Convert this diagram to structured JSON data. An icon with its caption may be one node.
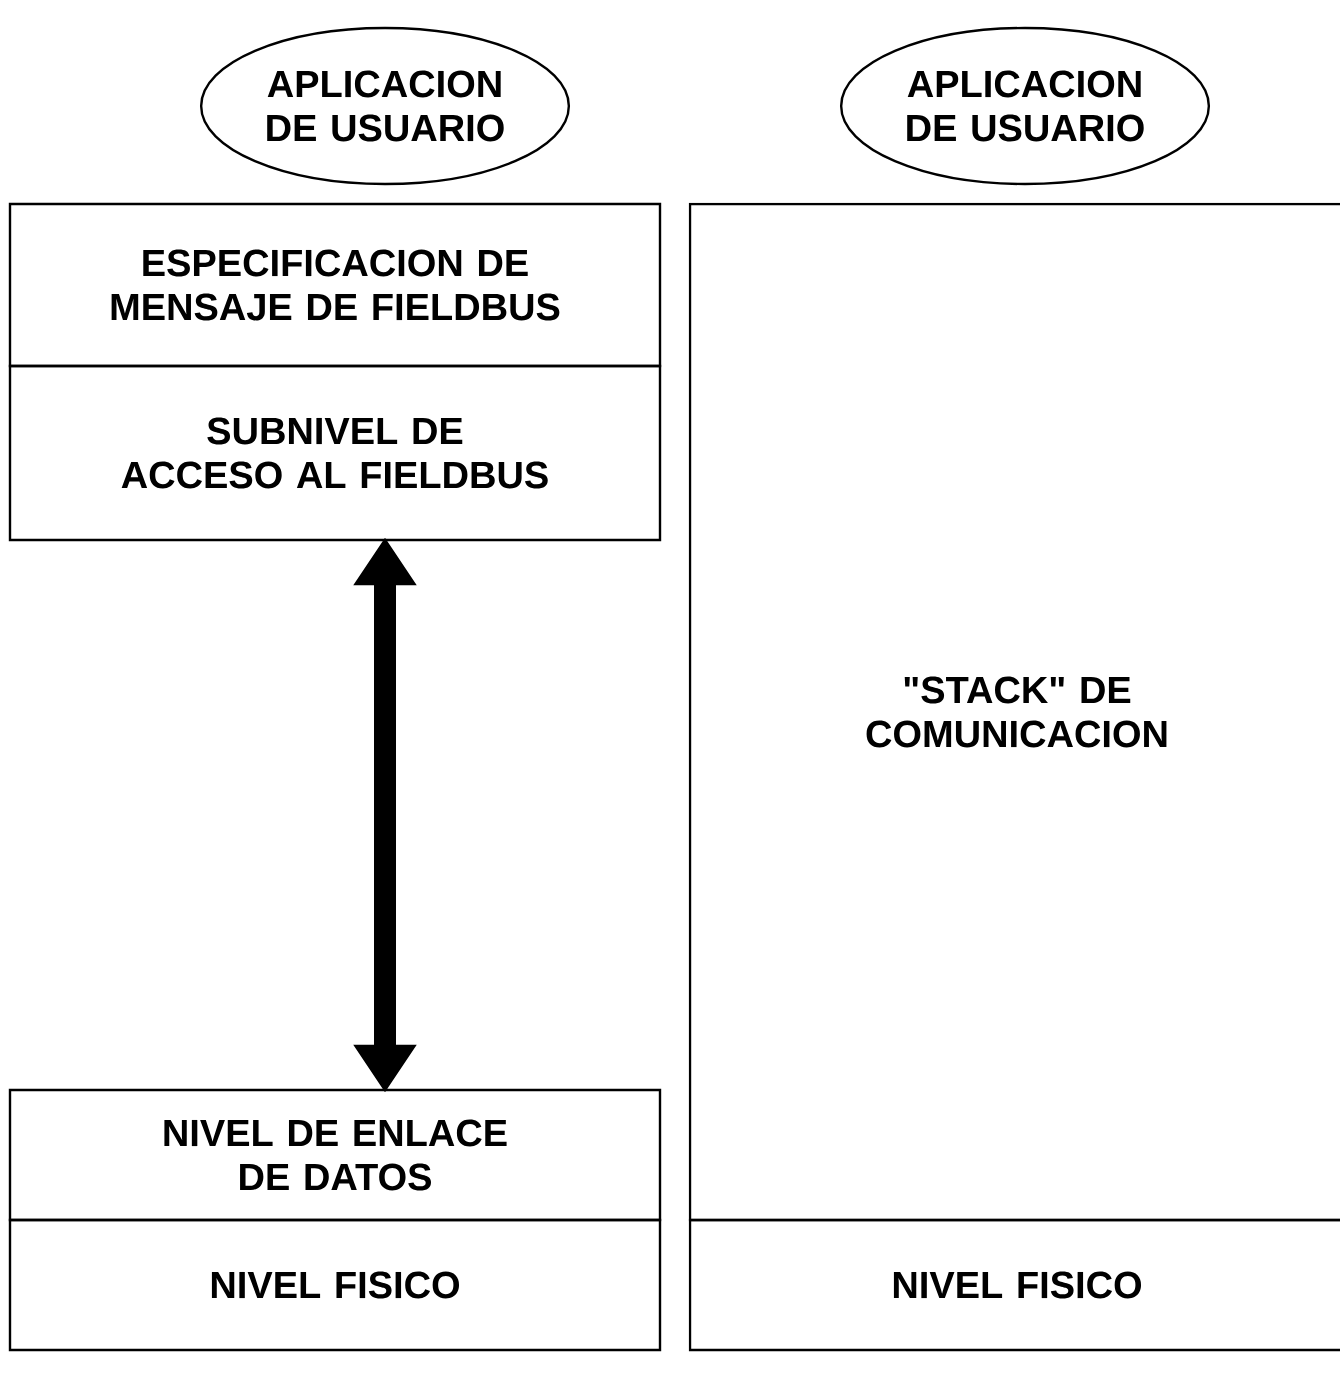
{
  "diagram": {
    "nodes": [
      {
        "text": [
          "APLICACION DE USUARIO"
        ]
      },
      {
        "text": [
          "ESPECIFICACION DE MENSAJE DE FIELDBUS"
        ]
      },
      {
        "text": [
          "SUBNIVEL DE ACCESO AL FIELDBUS"
        ]
      },
      {
        "text": [
          "NIVEL DE ENLACE DE DATOS"
        ]
      },
      {
        "text": [
          "NIVEL FISICO"
        ]
      },
      {
        "text": [
          "APLICACION DE USUARIO"
        ]
      },
      {
        "text": [
          "\"STACK\" DE COMUNICACION"
        ]
      },
      {
        "text": [
          "NIVEL FISICO"
        ]
      }
    ],
    "edges": [
      {
        "from": 2,
        "to": 3,
        "arrow": "both"
      }
    ]
  }
}
